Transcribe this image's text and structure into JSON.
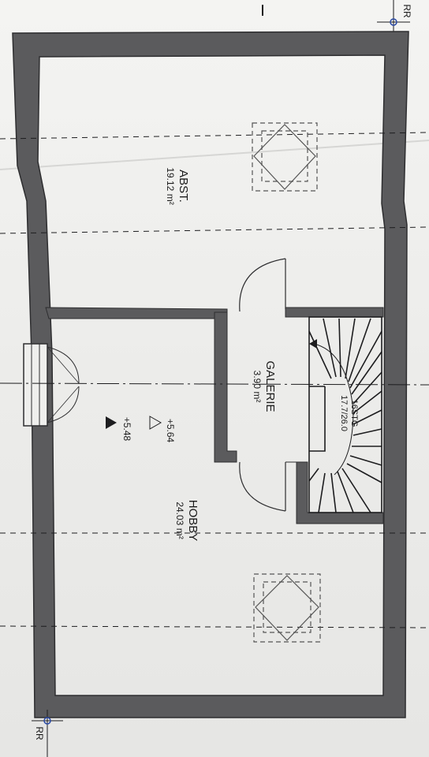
{
  "plan": {
    "rooms": [
      {
        "name": "ABST.",
        "area": "19.12 m²"
      },
      {
        "name": "GALERIE",
        "area": "3.90 m²"
      },
      {
        "name": "HOBBY",
        "area": "24.03 m²"
      }
    ],
    "levels": [
      "+5.64",
      "+5.48"
    ],
    "stair_label": "16STG",
    "stair_ratio": "17.7/26.0",
    "axis_labels": [
      "RR",
      "RR"
    ],
    "colors": {
      "wall": "#5b5b5d",
      "wall_edge": "#2e2e30",
      "paper": "#efefed",
      "line": "#1d1d1f"
    }
  }
}
